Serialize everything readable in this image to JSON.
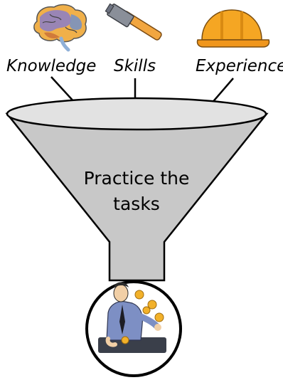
{
  "inputs": [
    {
      "label": "Knowledge",
      "icon": "brain-icon"
    },
    {
      "label": "Skills",
      "icon": "hammer-icon"
    },
    {
      "label": "Experience",
      "icon": "hard-hat-icon"
    }
  ],
  "funnel": {
    "text_line1": "Practice the",
    "text_line2": "tasks",
    "fill_color": "#c8c8c8"
  },
  "output": {
    "icon": "juggling-person-icon"
  }
}
